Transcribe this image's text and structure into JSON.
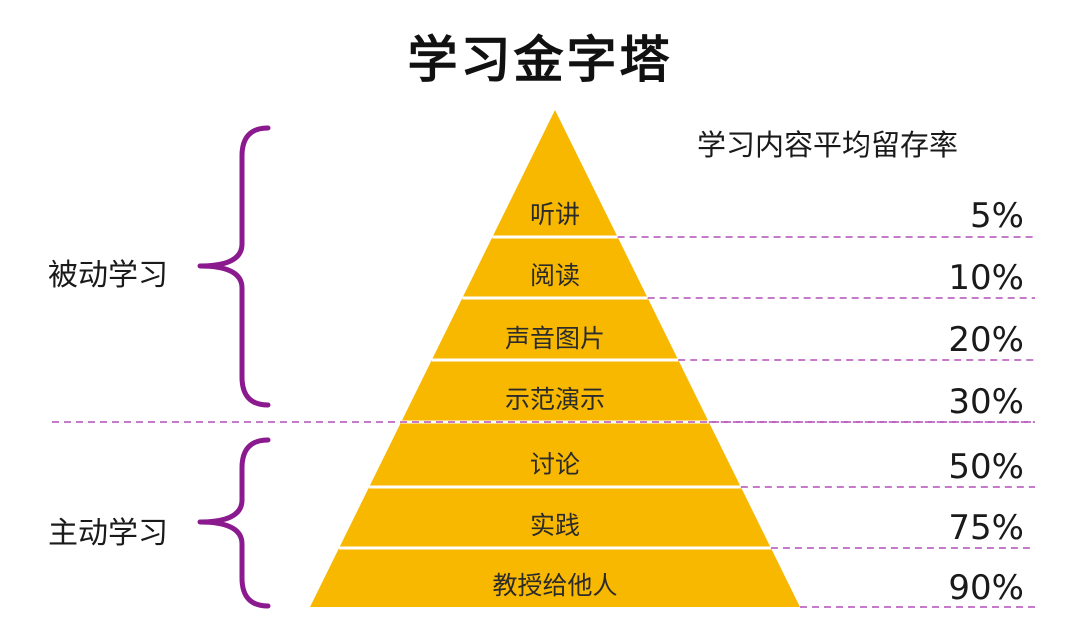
{
  "title": "学习金字塔",
  "subtitle": "学习内容平均留存率",
  "groups": {
    "passive": "被动学习",
    "active": "主动学习"
  },
  "tiers": [
    {
      "label": "听讲",
      "retention": "5%"
    },
    {
      "label": "阅读",
      "retention": "10%"
    },
    {
      "label": "声音图片",
      "retention": "20%"
    },
    {
      "label": "示范演示",
      "retention": "30%"
    },
    {
      "label": "讨论",
      "retention": "50%"
    },
    {
      "label": "实践",
      "retention": "75%"
    },
    {
      "label": "教授给他人",
      "retention": "90%"
    }
  ],
  "colors": {
    "pyramid": "#f8b800",
    "brace": "#8b1a8f",
    "dashed": "#b24fb8",
    "text": "#1a1a1a"
  }
}
